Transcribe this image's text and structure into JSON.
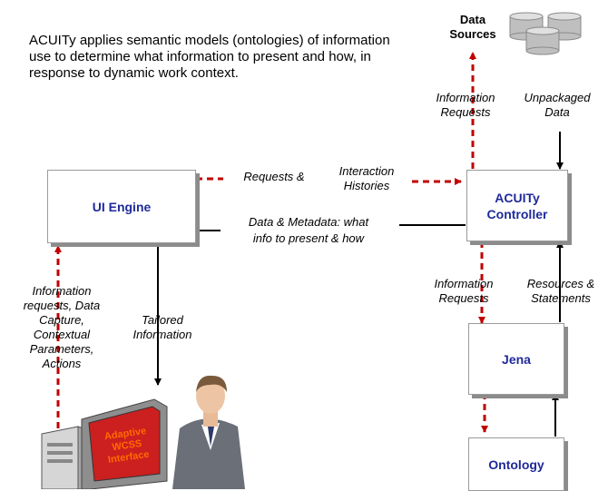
{
  "intro_text": "ACUITy applies semantic models (ontologies) of information use to determine what information to present and how, in response to dynamic work context.",
  "boxes": {
    "ui_engine": "UI Engine",
    "controller": "ACUITy Controller",
    "jena": "Jena",
    "ontology": "Ontology"
  },
  "data_sources": "Data Sources",
  "labels": {
    "info_requests_top": "Information Requests",
    "unpackaged_data": "Unpackaged Data",
    "requests_and": "Requests &",
    "interaction_histories": "Interaction Histories",
    "data_metadata_line1": "Data & Metadata:  what",
    "data_metadata_line2": "info to present & how",
    "info_requests_mid": "Information Requests",
    "resources_statements": "Resources & Statements",
    "info_requests_left": "Information requests, Data Capture, Contextual Parameters, Actions",
    "tailored_information": "Tailored Information"
  },
  "screen_text": "Adaptive WCSS Interface",
  "colors": {
    "box_text": "#1f2a9a",
    "dashed_arrow": "#c00000",
    "solid_arrow": "#000000",
    "screen_text": "#ff6a00"
  }
}
